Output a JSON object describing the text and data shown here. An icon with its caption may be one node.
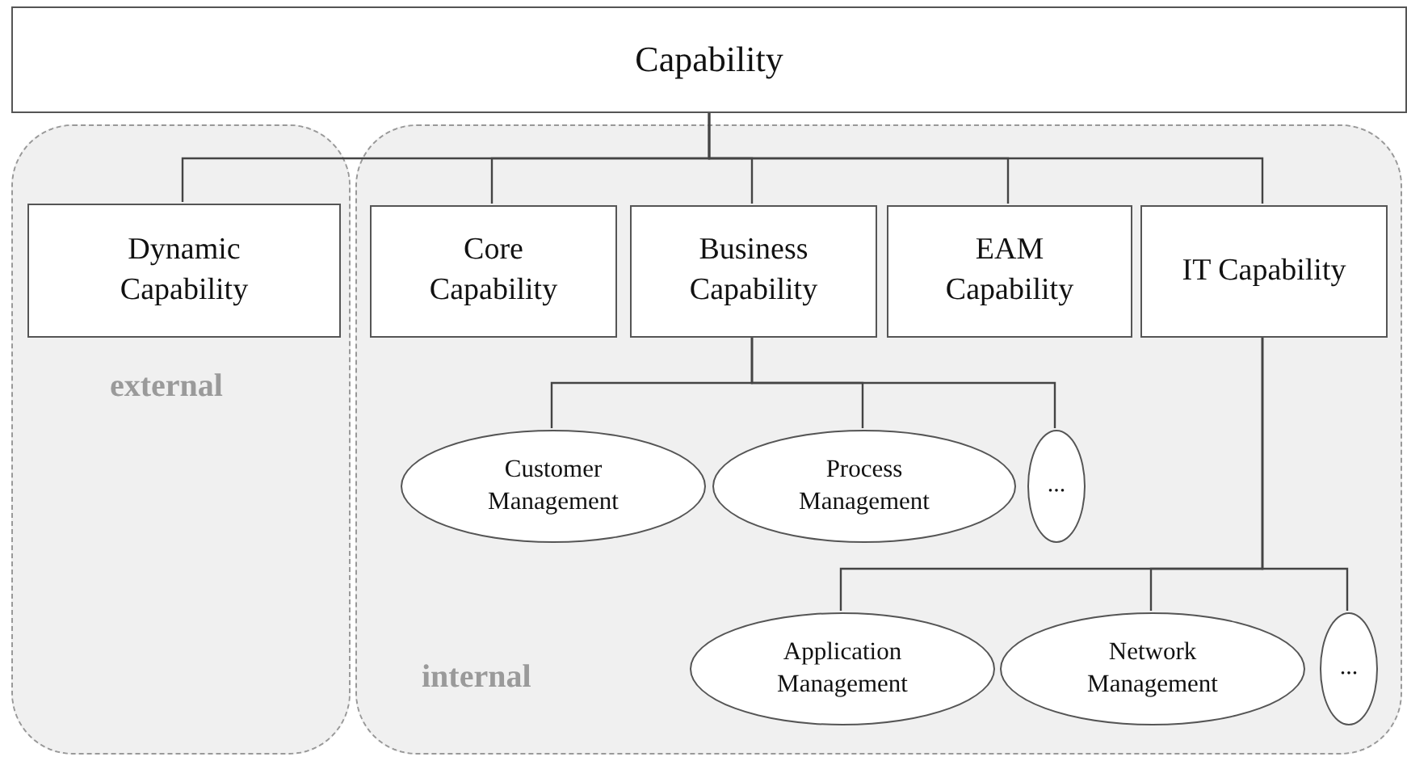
{
  "diagram": {
    "nodes": [
      {
        "text": [
          "Capability"
        ]
      },
      {
        "text": [
          "external"
        ]
      },
      {
        "text": [
          "Dynamic Capability"
        ],
        "in": 1
      },
      {
        "text": [
          "internal"
        ]
      },
      {
        "text": [
          "Core Capability"
        ],
        "in": 3
      },
      {
        "text": [
          "Business Capability"
        ],
        "in": 3
      },
      {
        "text": [
          "EAM Capability"
        ],
        "in": 3
      },
      {
        "text": [
          "IT Capability"
        ],
        "in": 3
      },
      {
        "text": [
          "Customer Management"
        ],
        "in": 3
      },
      {
        "text": [
          "Process Management"
        ],
        "in": 3
      },
      {
        "text": [
          "..."
        ],
        "in": 3
      },
      {
        "text": [
          "Application Management"
        ],
        "in": 3
      },
      {
        "text": [
          "Network Management"
        ],
        "in": 3
      },
      {
        "text": [
          "..."
        ],
        "in": 3
      }
    ],
    "edges": [
      {
        "from": 0,
        "to": 2,
        "arrow": "none"
      },
      {
        "from": 0,
        "to": 4,
        "arrow": "none"
      },
      {
        "from": 0,
        "to": 5,
        "arrow": "none"
      },
      {
        "from": 0,
        "to": 6,
        "arrow": "none"
      },
      {
        "from": 0,
        "to": 7,
        "arrow": "none"
      },
      {
        "from": 5,
        "to": 8,
        "arrow": "none"
      },
      {
        "from": 5,
        "to": 9,
        "arrow": "none"
      },
      {
        "from": 5,
        "to": 10,
        "arrow": "none"
      },
      {
        "from": 7,
        "to": 11,
        "arrow": "none"
      },
      {
        "from": 7,
        "to": 12,
        "arrow": "none"
      },
      {
        "from": 7,
        "to": 13,
        "arrow": "none"
      }
    ]
  }
}
